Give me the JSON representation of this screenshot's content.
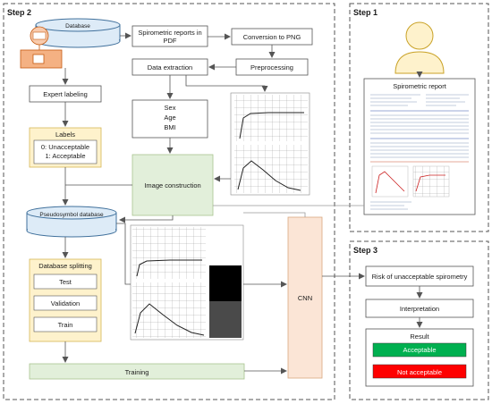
{
  "steps": {
    "step1": "Step 1",
    "step2": "Step 2",
    "step3": "Step 3"
  },
  "nodes": {
    "database": "Database",
    "spiro_reports_l1": "Spirometric reports in",
    "spiro_reports_l2": "PDF",
    "conversion": "Conversion to PNG",
    "data_extraction": "Data extraction",
    "preprocessing": "Preprocessing",
    "expert_labeling": "Expert labeling",
    "sex": "Sex",
    "age": "Age",
    "bmi": "BMI",
    "labels_title": "Labels",
    "label_0": "0: Unacceptable",
    "label_1": "1: Acceptable",
    "image_construction": "Image construction",
    "pseudosymbol_db": "Pseudosymbol database",
    "db_splitting": "Database splitting",
    "test": "Test",
    "validation": "Validation",
    "train": "Train",
    "training": "Training",
    "cnn": "CNN",
    "spiro_report": "Spirometric report",
    "risk": "Risk of unacceptable spirometry",
    "interpretation": "Interpretation",
    "result": "Result",
    "acceptable": "Acceptable",
    "not_acceptable": "Not acceptable"
  },
  "colors": {
    "green_fill": "#e2efda",
    "green_stroke": "#a9c48f",
    "yellow_fill": "#fef2cc",
    "yellow_stroke": "#d6b656",
    "blue_fill": "#ddebf7",
    "blue_stroke": "#41719c",
    "peach_fill": "#fbe5d6",
    "peach_stroke": "#d9a87f",
    "accept_green": "#00b050",
    "reject_red": "#ff0000",
    "arrow": "#555555",
    "dashed": "#555555"
  }
}
